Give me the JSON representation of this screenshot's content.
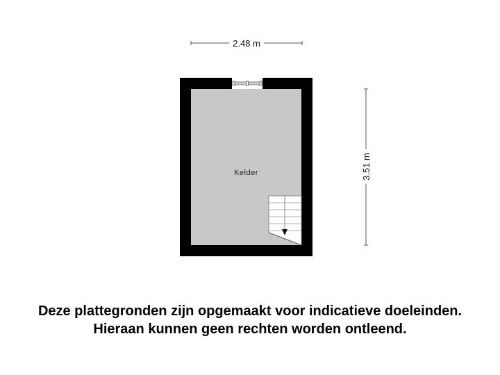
{
  "floorplan": {
    "dimensions": {
      "width_label": "2.48 m",
      "height_label": "3.51 m"
    },
    "rooms": [
      {
        "name": "Kelder"
      }
    ],
    "colors": {
      "wall": "#000000",
      "floor": "#c8c8c8",
      "background": "#ffffff",
      "dimension_line": "#555555"
    }
  },
  "disclaimer": {
    "line1": "Deze plattegronden zijn opgemaakt voor indicatieve doeleinden.",
    "line2": "Hieraan kunnen geen rechten worden ontleend."
  }
}
